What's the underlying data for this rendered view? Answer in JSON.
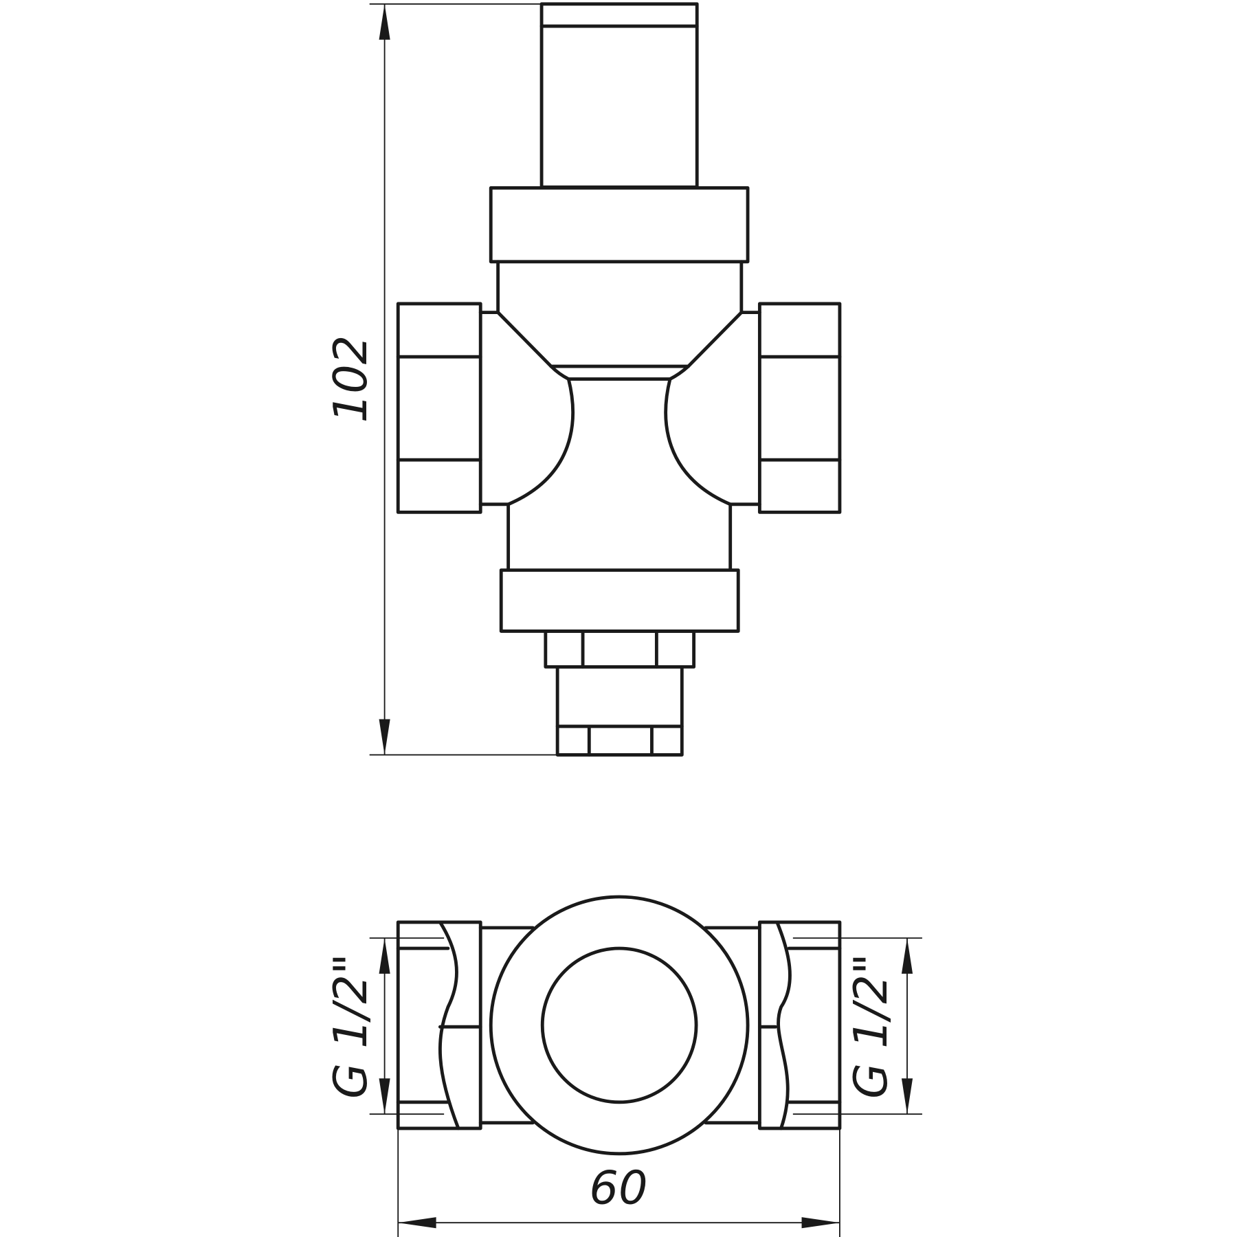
{
  "drawing": {
    "type": "technical-drawing",
    "subject": "pressure reducing valve",
    "views": [
      "front-elevation",
      "top-plan"
    ],
    "line_color": "#1a1a1a",
    "background": "#ffffff"
  },
  "dimensions": {
    "height": {
      "label": "102",
      "orientation": "vertical"
    },
    "width": {
      "label": "60",
      "orientation": "horizontal"
    },
    "thread_left": {
      "label": "G 1/2\"",
      "orientation": "vertical"
    },
    "thread_right": {
      "label": "G 1/2\"",
      "orientation": "vertical"
    }
  }
}
